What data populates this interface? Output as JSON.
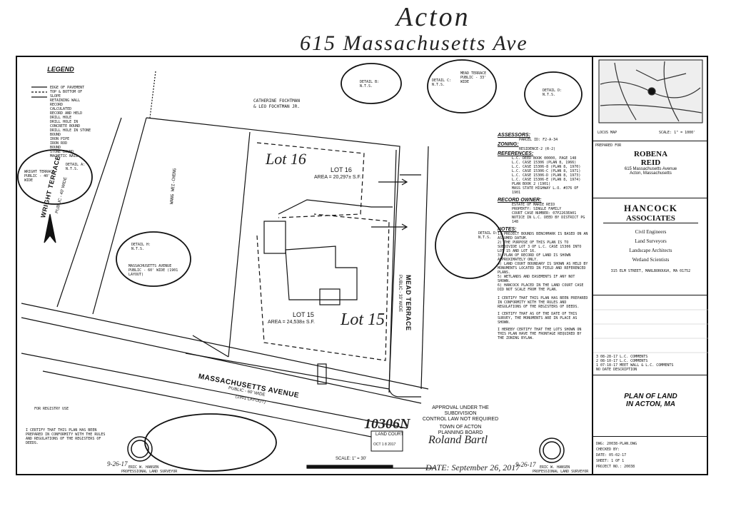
{
  "header": {
    "town_handwritten": "Acton",
    "address_handwritten": "615 Massachusetts Ave"
  },
  "legend": {
    "title": "LEGEND",
    "items": [
      "EDGE OF PAVEMENT",
      "TOP & BOTTOM OF SLOPE",
      "RETAINING WALL",
      "RECORD",
      "CALCULATED",
      "RECORD AND HELD",
      "DRILL HOLE",
      "DRILL HOLE IN CONCRETE BOUND",
      "DRILL HOLE IN STONE BOUND",
      "IRON PIPE",
      "IRON ROD",
      "BOUND",
      "STONE BOUND",
      "MAGNETIC NAIL"
    ]
  },
  "lots": {
    "lot16_hand": "Lot 16",
    "lot16_label": "LOT 16",
    "lot16_area": "AREA = 20,297± S.F.",
    "lot15_hand": "Lot 15",
    "lot15_label": "LOT 15",
    "lot15_area": "AREA = 24,538± S.F."
  },
  "streets": {
    "mass_ave": "MASSACHUSETTS AVENUE",
    "mass_ave_sub1": "PUBLIC - 60' WIDE",
    "mass_ave_sub2": "(1901 LAYOUT)",
    "wright": "WRIGHT TERRACE",
    "wright_sub": "PUBLIC - 40' WIDE",
    "mead": "MEAD TERRACE",
    "mead_sub": "PUBLIC - 33' WIDE"
  },
  "details": {
    "a": "DETAIL A: N.T.S.",
    "b": "DETAIL B: N.T.S.",
    "c": "DETAIL C: N.T.S.",
    "d": "DETAIL D: N.T.S.",
    "h": "DETAIL H: N.T.S.",
    "mead_terrace": "MEAD TERRACE PUBLIC - 33' WIDE",
    "wright_terrace": "WRIGHT TERRACE PUBLIC - 40' WIDE",
    "mass_ave": "MASSACHUSETTS AVENUE PUBLIC - 60' WIDE (1901 LAYOUT)"
  },
  "abutter": {
    "line1": "CATHERINE FOCHTMAN",
    "line2": "& LEO FOCHTMAN JR.",
    "west": "WANG WEI-CHENG"
  },
  "notes": {
    "assessors_h": "ASSESSORS:",
    "assessors": "PARCEL ID: F2-A-34",
    "zoning_h": "ZONING:",
    "zoning": "RESIDENCE-2 (R-2)",
    "references_h": "REFERENCES:",
    "references": [
      "L.C. DEED BOOK 00000, PAGE 148",
      "L.C. CASE 15306 (PLAN 8, 1966)",
      "L.C. CASE 15306-8 (PLAN 8, 1970)",
      "L.C. CASE 15306-C (PLAN 8, 1971)",
      "L.C. CASE 15306-D (PLAN 8, 1973)",
      "L.C. CASE 15306-E (PLAN 8, 1974)",
      "PLAN BOOK 2 (1901)",
      "MASS STATE HIGHWAY L.O. #376 OF 1901"
    ],
    "record_owner_h": "RECORD OWNER:",
    "record_owner": [
      "ESTATE OF MARIE REID",
      "PROPERTY: SINGLE FAMILY",
      "COURT CASE NUMBER: 07P2263EA01",
      "NOTICE IN L.C. DEED BY DISTRICT PG 148"
    ],
    "notes_h": "NOTES:",
    "notes_list": [
      "1) PROJECT BOUNDS BENCHMARK IS BASED ON AN ASSUMED DATUM.",
      "2) THE PURPOSE OF THIS PLAN IS TO SUBDIVIDE LOT 3 OF L.C. CASE 15306 INTO LOT 15 AND LOT 16.",
      "3) PLAN OF RECORD OF LAND IS SHOWN APPROXIMATELY ONLY.",
      "4) LAND COURT BOUNDARY IS SHOWN AS HELD BY MONUMENTS LOCATED IN FIELD AND REFERENCED PLANS.",
      "5) WETLANDS AND EASEMENTS IF ANY NOT SHOWN.",
      "6) HANCOCK PLACED IN THE LAND COURT CASE DID NOT SCALE FROM THE PLAN."
    ],
    "cert_1": "I CERTIFY THAT THIS PLAN HAS BEEN PREPARED IN CONFORMITY WITH THE RULES AND REGULATIONS OF THE REGISTERS OF DEEDS.",
    "cert_2": "I CERTIFY THAT AS OF THE DATE OF THIS SURVEY, THE MONUMENTS ARE IN PLACE AS SHOWN.",
    "cert_3": "I HEREBY CERTIFY THAT THE LOTS SHOWN ON THIS PLAN HAVE THE FRONTAGE REQUIRED BY THE ZONING BYLAW."
  },
  "approval": {
    "line1": "APPROVAL UNDER THE SUBDIVISION",
    "line2": "CONTROL LAW NOT REQUIRED",
    "line3": "TOWN OF ACTON",
    "line4": "PLANNING BOARD",
    "signature": "Roland Bartl",
    "date": "DATE: September 26, 2017",
    "stamp_num": "10306N",
    "stamp_title": "LAND COURT",
    "stamp_sub": "OCT 1 8 2017"
  },
  "scale": "SCALE: 1\" = 30'",
  "title_block": {
    "locus_label": "LOCUS MAP",
    "locus_scale": "SCALE: 1\" = 1000'",
    "prepared_for": "PREPARED FOR",
    "client_name_1": "ROBENA",
    "client_name_2": "REID",
    "client_addr_1": "615 Massachusetts Avenue",
    "client_addr_2": "Acton, Massachusetts",
    "firm_1": "HANCOCK",
    "firm_2": "ASSOCIATES",
    "services": [
      "Civil Engineers",
      "Land Surveyors",
      "Landscape Architects",
      "Wetland Scientists"
    ],
    "firm_addr": "315 ELM STREET, MARLBOROUGH, MA 01752",
    "revisions": [
      "3  08-28-17  L.C. COMMENTS",
      "2  08-10-17  L.C. COMMENTS",
      "1  07-18-17  MEET WALL & L.C. COMMENTS",
      "NO  DATE  DESCRIPTION"
    ],
    "plan_title_1": "PLAN OF LAND",
    "plan_title_2": "IN ACTON, MA",
    "meta": [
      "DWG: 20038-PLAN.DWG",
      "CHECKED BY: ",
      "DATE: 05-02-17",
      "SHEET: 1 OF 1",
      "PROJECT NO.: 20038"
    ]
  },
  "surveyor": {
    "left_name": "ERIC W. HANSEN",
    "left_title": "PROFESSIONAL LAND SURVEYOR",
    "right_name": "ERIC W. HANSEN",
    "right_title": "PROFESSIONAL LAND SURVEYOR",
    "left_sig_date": "9-26-17",
    "right_sig_date": "9-26-17",
    "for_registry": "FOR REGISTRY USE"
  }
}
